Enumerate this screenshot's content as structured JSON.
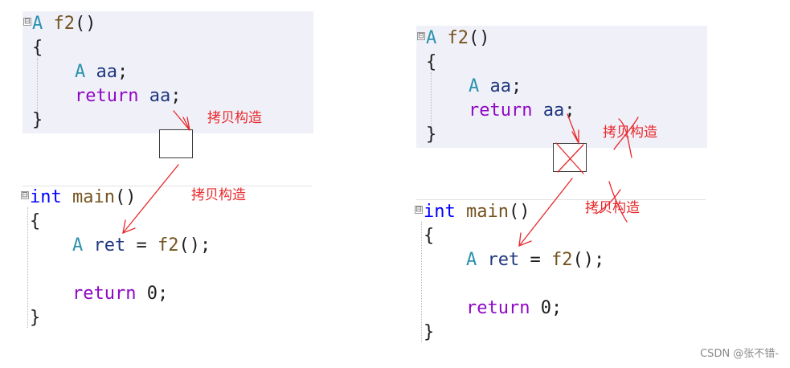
{
  "left_snippet_f2": {
    "lines": [
      [
        {
          "t": "A",
          "c": "tk-type"
        },
        {
          "t": " ",
          "c": "tk-plain"
        },
        {
          "t": "f2",
          "c": "tk-fn"
        },
        {
          "t": "()",
          "c": "tk-plain"
        }
      ],
      [
        {
          "t": "{",
          "c": "tk-plain"
        }
      ],
      [
        {
          "t": "    ",
          "c": "tk-plain"
        },
        {
          "t": "A",
          "c": "tk-type"
        },
        {
          "t": " ",
          "c": "tk-plain"
        },
        {
          "t": "aa",
          "c": "tk-var"
        },
        {
          "t": ";",
          "c": "tk-plain"
        }
      ],
      [
        {
          "t": "    ",
          "c": "tk-plain"
        },
        {
          "t": "return",
          "c": "tk-ctrl"
        },
        {
          "t": " ",
          "c": "tk-plain"
        },
        {
          "t": "aa",
          "c": "tk-var"
        },
        {
          "t": ";",
          "c": "tk-plain"
        }
      ],
      [
        {
          "t": "}",
          "c": "tk-plain"
        }
      ]
    ]
  },
  "left_snippet_main": {
    "lines": [
      [
        {
          "t": "int",
          "c": "tk-kw"
        },
        {
          "t": " ",
          "c": "tk-plain"
        },
        {
          "t": "main",
          "c": "tk-fn"
        },
        {
          "t": "()",
          "c": "tk-plain"
        }
      ],
      [
        {
          "t": "{",
          "c": "tk-plain"
        }
      ],
      [
        {
          "t": "    ",
          "c": "tk-plain"
        },
        {
          "t": "A",
          "c": "tk-type"
        },
        {
          "t": " ",
          "c": "tk-plain"
        },
        {
          "t": "ret",
          "c": "tk-var"
        },
        {
          "t": " = ",
          "c": "tk-plain"
        },
        {
          "t": "f2",
          "c": "tk-fn"
        },
        {
          "t": "();",
          "c": "tk-plain"
        }
      ],
      [
        {
          "t": "",
          "c": "tk-plain"
        }
      ],
      [
        {
          "t": "    ",
          "c": "tk-plain"
        },
        {
          "t": "return",
          "c": "tk-ctrl"
        },
        {
          "t": " ",
          "c": "tk-plain"
        },
        {
          "t": "0",
          "c": "tk-num"
        },
        {
          "t": ";",
          "c": "tk-plain"
        }
      ],
      [
        {
          "t": "}",
          "c": "tk-plain"
        }
      ]
    ]
  },
  "right_snippet_f2": {
    "lines": [
      [
        {
          "t": "A",
          "c": "tk-type"
        },
        {
          "t": " ",
          "c": "tk-plain"
        },
        {
          "t": "f2",
          "c": "tk-fn"
        },
        {
          "t": "()",
          "c": "tk-plain"
        }
      ],
      [
        {
          "t": "{",
          "c": "tk-plain"
        }
      ],
      [
        {
          "t": "    ",
          "c": "tk-plain"
        },
        {
          "t": "A",
          "c": "tk-type"
        },
        {
          "t": " ",
          "c": "tk-plain"
        },
        {
          "t": "aa",
          "c": "tk-var"
        },
        {
          "t": ";",
          "c": "tk-plain"
        }
      ],
      [
        {
          "t": "    ",
          "c": "tk-plain"
        },
        {
          "t": "return",
          "c": "tk-ctrl"
        },
        {
          "t": " ",
          "c": "tk-plain"
        },
        {
          "t": "aa",
          "c": "tk-var"
        },
        {
          "t": ";",
          "c": "tk-plain"
        }
      ],
      [
        {
          "t": "}",
          "c": "tk-plain"
        }
      ]
    ]
  },
  "right_snippet_main": {
    "lines": [
      [
        {
          "t": "int",
          "c": "tk-kw"
        },
        {
          "t": " ",
          "c": "tk-plain"
        },
        {
          "t": "main",
          "c": "tk-fn"
        },
        {
          "t": "()",
          "c": "tk-plain"
        }
      ],
      [
        {
          "t": "{",
          "c": "tk-plain"
        }
      ],
      [
        {
          "t": "    ",
          "c": "tk-plain"
        },
        {
          "t": "A",
          "c": "tk-type"
        },
        {
          "t": " ",
          "c": "tk-plain"
        },
        {
          "t": "ret",
          "c": "tk-var"
        },
        {
          "t": " = ",
          "c": "tk-plain"
        },
        {
          "t": "f2",
          "c": "tk-fn"
        },
        {
          "t": "();",
          "c": "tk-plain"
        }
      ],
      [
        {
          "t": "",
          "c": "tk-plain"
        }
      ],
      [
        {
          "t": "    ",
          "c": "tk-plain"
        },
        {
          "t": "return",
          "c": "tk-ctrl"
        },
        {
          "t": " ",
          "c": "tk-plain"
        },
        {
          "t": "0",
          "c": "tk-num"
        },
        {
          "t": ";",
          "c": "tk-plain"
        }
      ],
      [
        {
          "t": "}",
          "c": "tk-plain"
        }
      ]
    ]
  },
  "annotations": {
    "left_copy_1": "拷贝构造",
    "left_copy_2": "拷贝构造",
    "right_copy_1": "拷贝构造",
    "right_copy_2": "拷贝构造"
  },
  "fold_marker": "⊟",
  "watermark": "CSDN @张不错-",
  "colors": {
    "annotation": "#e8282b",
    "panel_shade": "#f0f1f8",
    "type": "#2b91af",
    "keyword": "#0000ff",
    "function": "#74531f",
    "control": "#8f08c4",
    "variable": "#1f377f"
  },
  "icons": {
    "fold": "collapse-box-icon",
    "arrow": "red-hand-drawn-arrow-icon",
    "temp_box": "temporary-object-box-icon",
    "cross": "strike-through-cross-icon"
  }
}
